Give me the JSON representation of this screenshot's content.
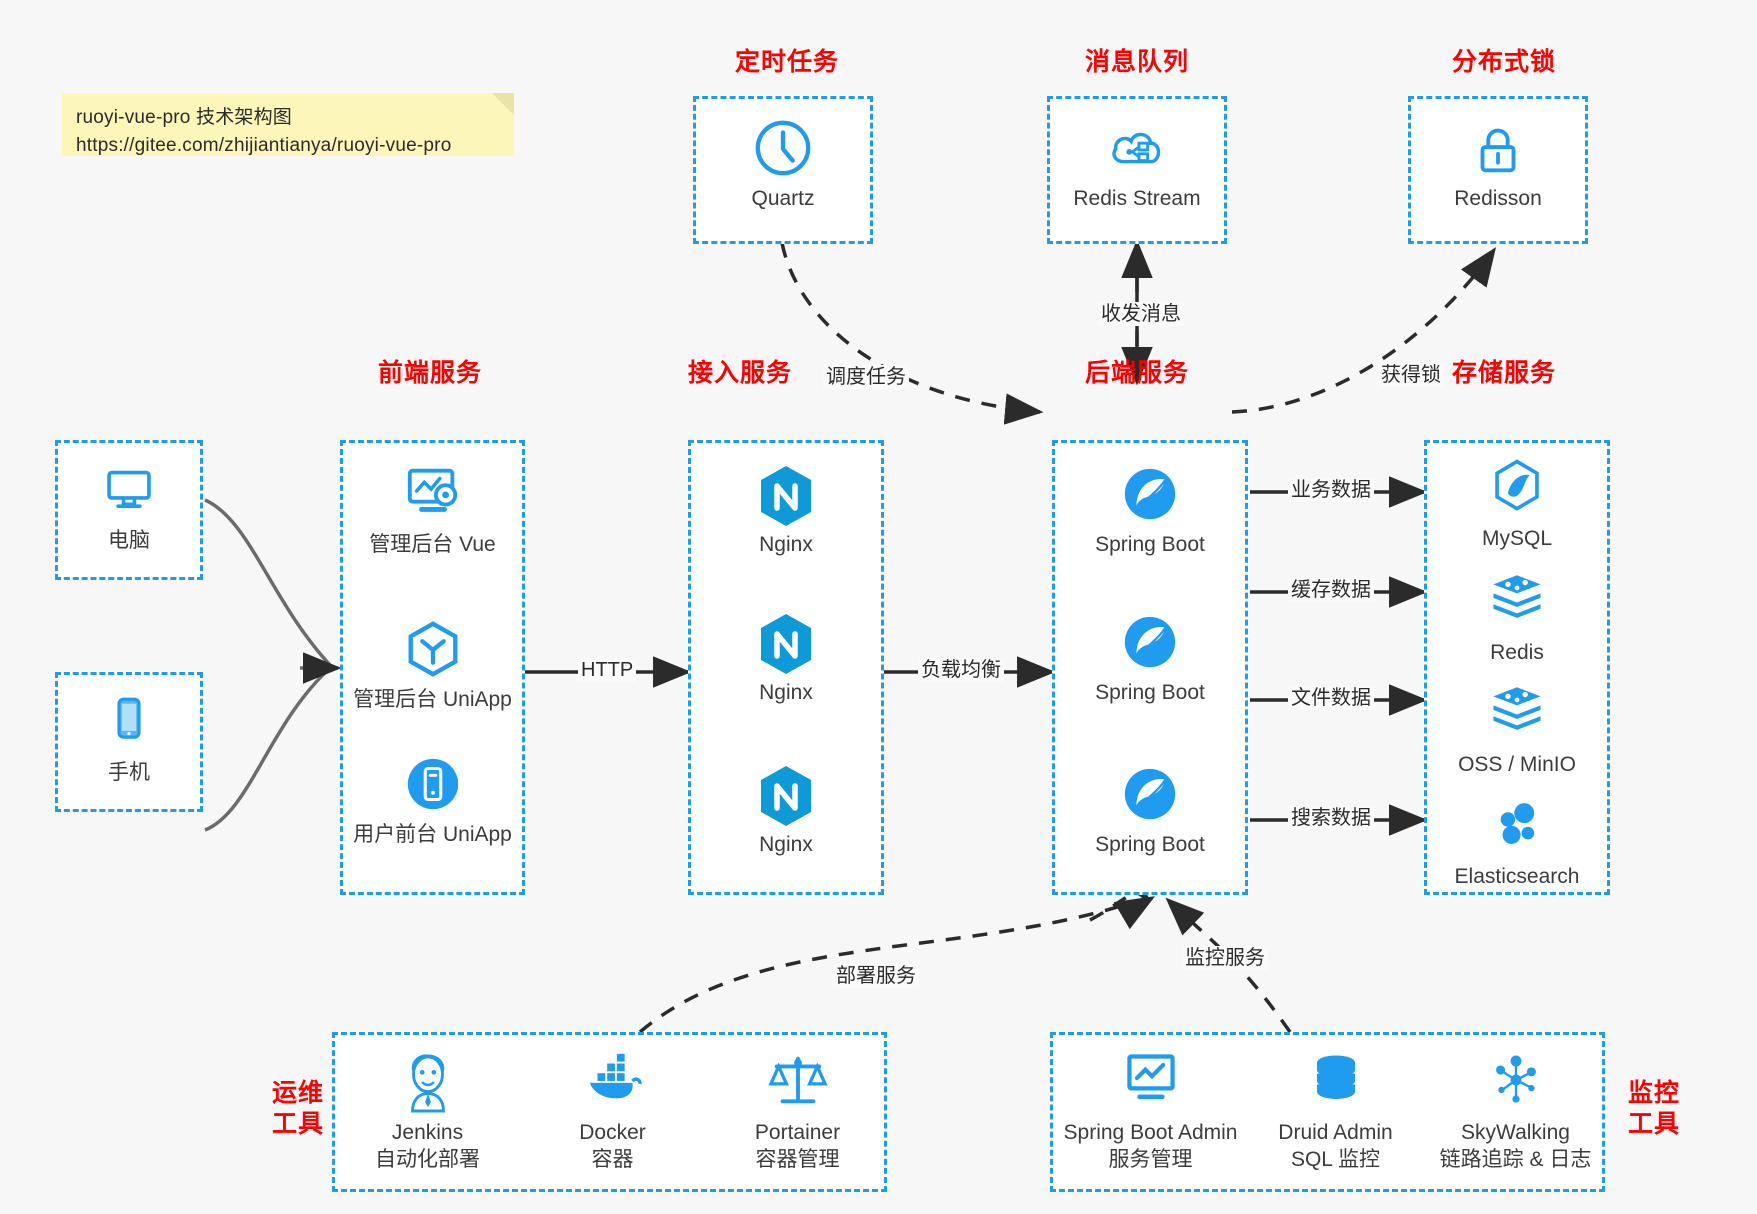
{
  "note": {
    "line1": "ruoyi-vue-pro 技术架构图",
    "line2": "https://gitee.com/zhijiantianya/ruoyi-vue-pro"
  },
  "colors": {
    "box_border": "#1f9cf0",
    "group_title": "#ff0000",
    "icon_blue": "#1f9cf0",
    "arrow": "#2b2b2b",
    "note_bg": "#fcf6b8",
    "canvas_bg": "#f7f7f7"
  },
  "groups": {
    "scheduler": {
      "title": "定时任务",
      "nodes": [
        {
          "label": "Quartz",
          "icon": "clock-icon"
        }
      ]
    },
    "mq": {
      "title": "消息队列",
      "nodes": [
        {
          "label": "Redis Stream",
          "icon": "cloud-stream-icon"
        }
      ]
    },
    "lock": {
      "title": "分布式锁",
      "nodes": [
        {
          "label": "Redisson",
          "icon": "lock-icon"
        }
      ]
    },
    "clients": {
      "nodes": [
        {
          "label": "电脑",
          "icon": "desktop-icon"
        },
        {
          "label": "手机",
          "icon": "phone-icon"
        }
      ]
    },
    "frontend": {
      "title": "前端服务",
      "nodes": [
        {
          "label": "管理后台 Vue",
          "icon": "dashboard-gear-icon"
        },
        {
          "label": "管理后台 UniApp",
          "icon": "uniapp-hex-icon"
        },
        {
          "label": "用户前台 UniApp",
          "icon": "mobile-app-icon"
        }
      ]
    },
    "gateway": {
      "title": "接入服务",
      "nodes": [
        {
          "label": "Nginx",
          "icon": "nginx-icon"
        },
        {
          "label": "Nginx",
          "icon": "nginx-icon"
        },
        {
          "label": "Nginx",
          "icon": "nginx-icon"
        }
      ]
    },
    "backend": {
      "title": "后端服务",
      "nodes": [
        {
          "label": "Spring Boot",
          "icon": "spring-leaf-icon"
        },
        {
          "label": "Spring Boot",
          "icon": "spring-leaf-icon"
        },
        {
          "label": "Spring Boot",
          "icon": "spring-leaf-icon"
        }
      ]
    },
    "storage": {
      "title": "存储服务",
      "nodes": [
        {
          "label": "MySQL",
          "icon": "mysql-dolphin-icon"
        },
        {
          "label": "Redis",
          "icon": "redis-stack-icon"
        },
        {
          "label": "OSS / MinIO",
          "icon": "redis-stack-icon"
        },
        {
          "label": "Elasticsearch",
          "icon": "elasticsearch-icon"
        }
      ]
    },
    "devops": {
      "title": "运维\n工具",
      "title_line1": "运维",
      "title_line2": "工具",
      "nodes": [
        {
          "label": "Jenkins",
          "sub": "自动化部署",
          "icon": "jenkins-butler-icon"
        },
        {
          "label": "Docker",
          "sub": "容器",
          "icon": "docker-whale-icon"
        },
        {
          "label": "Portainer",
          "sub": "容器管理",
          "icon": "portainer-scale-icon"
        }
      ]
    },
    "monitoring": {
      "title_line1": "监控",
      "title_line2": "工具",
      "nodes": [
        {
          "label": "Spring Boot Admin",
          "sub": "服务管理",
          "icon": "monitor-chart-icon"
        },
        {
          "label": "Druid Admin",
          "sub": "SQL 监控",
          "icon": "database-icon"
        },
        {
          "label": "SkyWalking",
          "sub": "链路追踪 & 日志",
          "icon": "skywalking-node-icon"
        }
      ]
    }
  },
  "edges": {
    "http": "HTTP",
    "load_balance": "负载均衡",
    "business_data": "业务数据",
    "cache_data": "缓存数据",
    "file_data": "文件数据",
    "search_data": "搜索数据",
    "schedule_task": "调度任务",
    "send_receive_msg": "收发消息",
    "acquire_lock": "获得锁",
    "deploy_service": "部署服务",
    "monitor_service": "监控服务"
  }
}
